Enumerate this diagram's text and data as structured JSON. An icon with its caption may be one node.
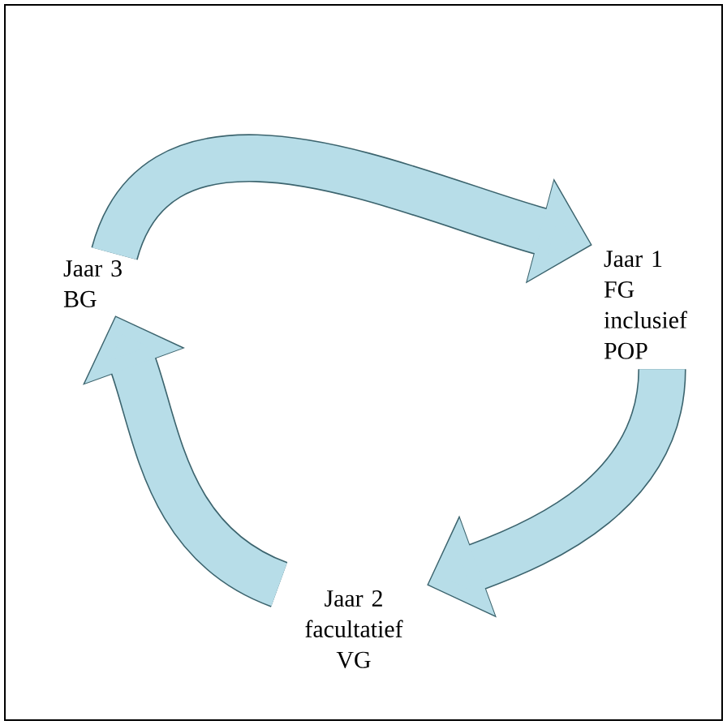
{
  "diagram": {
    "nodes": [
      {
        "text": [
          "Jaar 3",
          "BG"
        ]
      },
      {
        "text": [
          "Jaar 1",
          "FG inclusief POP"
        ]
      },
      {
        "text": [
          "Jaar 2",
          "facultatief VG"
        ]
      }
    ],
    "edges": [
      {
        "from": 0,
        "to": 1,
        "arrow": "to"
      },
      {
        "from": 1,
        "to": 2,
        "arrow": "to"
      },
      {
        "from": 2,
        "to": 0,
        "arrow": "to"
      }
    ]
  }
}
